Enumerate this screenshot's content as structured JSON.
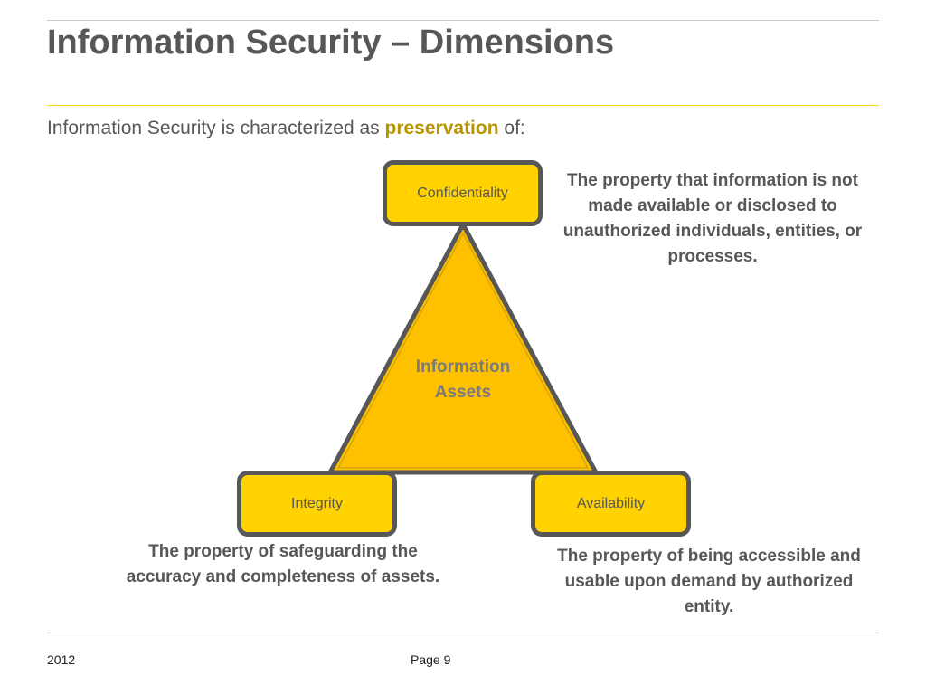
{
  "header": {
    "title": "Information Security – Dimensions"
  },
  "intro": {
    "prefix": "Information Security is characterized as",
    "highlight": "preservation",
    "suffix": "of:"
  },
  "diagram": {
    "center_lines": [
      "Information",
      "Assets"
    ],
    "nodes": {
      "confidentiality": {
        "label": "Confidentiality",
        "description": "The property that information is not made available or disclosed to unauthorized individuals, entities, or processes."
      },
      "integrity": {
        "label": "Integrity",
        "description": "The property of safeguarding the accuracy and completeness of assets."
      },
      "availability": {
        "label": "Availability",
        "description": "The property of being accessible and usable upon demand by authorized entity."
      }
    }
  },
  "colors": {
    "accent": "#ffd200",
    "triangle": "#ffc000",
    "border": "#575757",
    "highlight_text": "#b89500"
  },
  "footer": {
    "year": "2012",
    "page": "Page 9"
  }
}
